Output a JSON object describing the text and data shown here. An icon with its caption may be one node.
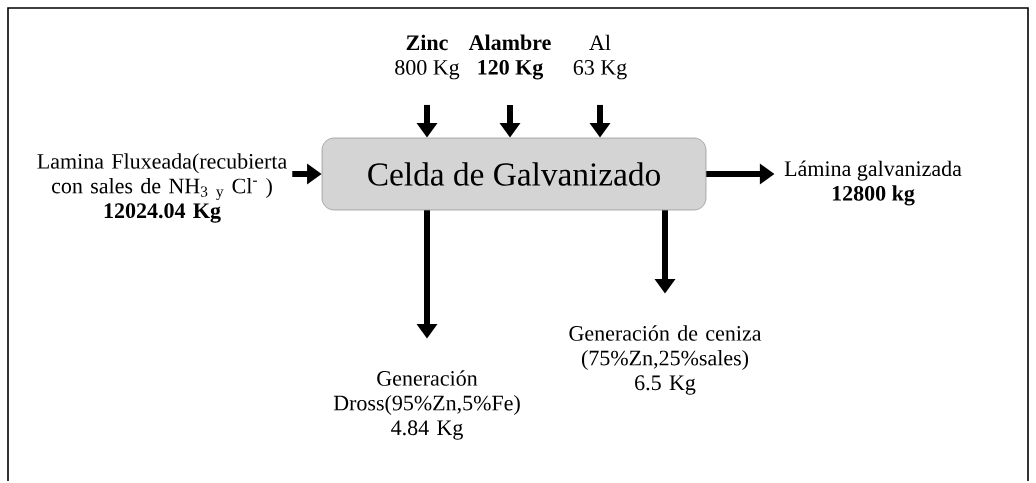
{
  "diagram": {
    "nodes": [
      {
        "text": [
          "Celda de Galvanizado"
        ]
      },
      {
        "text": [
          "Zinc",
          "800 Kg"
        ]
      },
      {
        "text": [
          "Alambre",
          "120 Kg"
        ]
      },
      {
        "text": [
          "Al",
          "63 Kg"
        ]
      },
      {
        "text": [
          "Lamina Fluxeada(recubierta con sales de NH$_{3}$ $_{y}$ Cl$^{-}$ )",
          "12024.04 Kg"
        ]
      },
      {
        "text": [
          "Lámina galvanizada",
          "12800 kg"
        ]
      },
      {
        "text": [
          "Generación Dross(95%Zn,5%Fe)",
          "4.84 Kg"
        ]
      },
      {
        "text": [
          "Generación de ceniza (75%Zn,25%sales)",
          "6.5 Kg"
        ]
      }
    ],
    "edges": [
      {
        "from": 1,
        "to": 0,
        "arrow": "to"
      },
      {
        "from": 2,
        "to": 0,
        "arrow": "to"
      },
      {
        "from": 3,
        "to": 0,
        "arrow": "to"
      },
      {
        "from": 4,
        "to": 0,
        "arrow": "to"
      },
      {
        "from": 0,
        "to": 5,
        "arrow": "to"
      },
      {
        "from": 0,
        "to": 6,
        "arrow": "to"
      },
      {
        "from": 0,
        "to": 7,
        "arrow": "to"
      }
    ]
  }
}
